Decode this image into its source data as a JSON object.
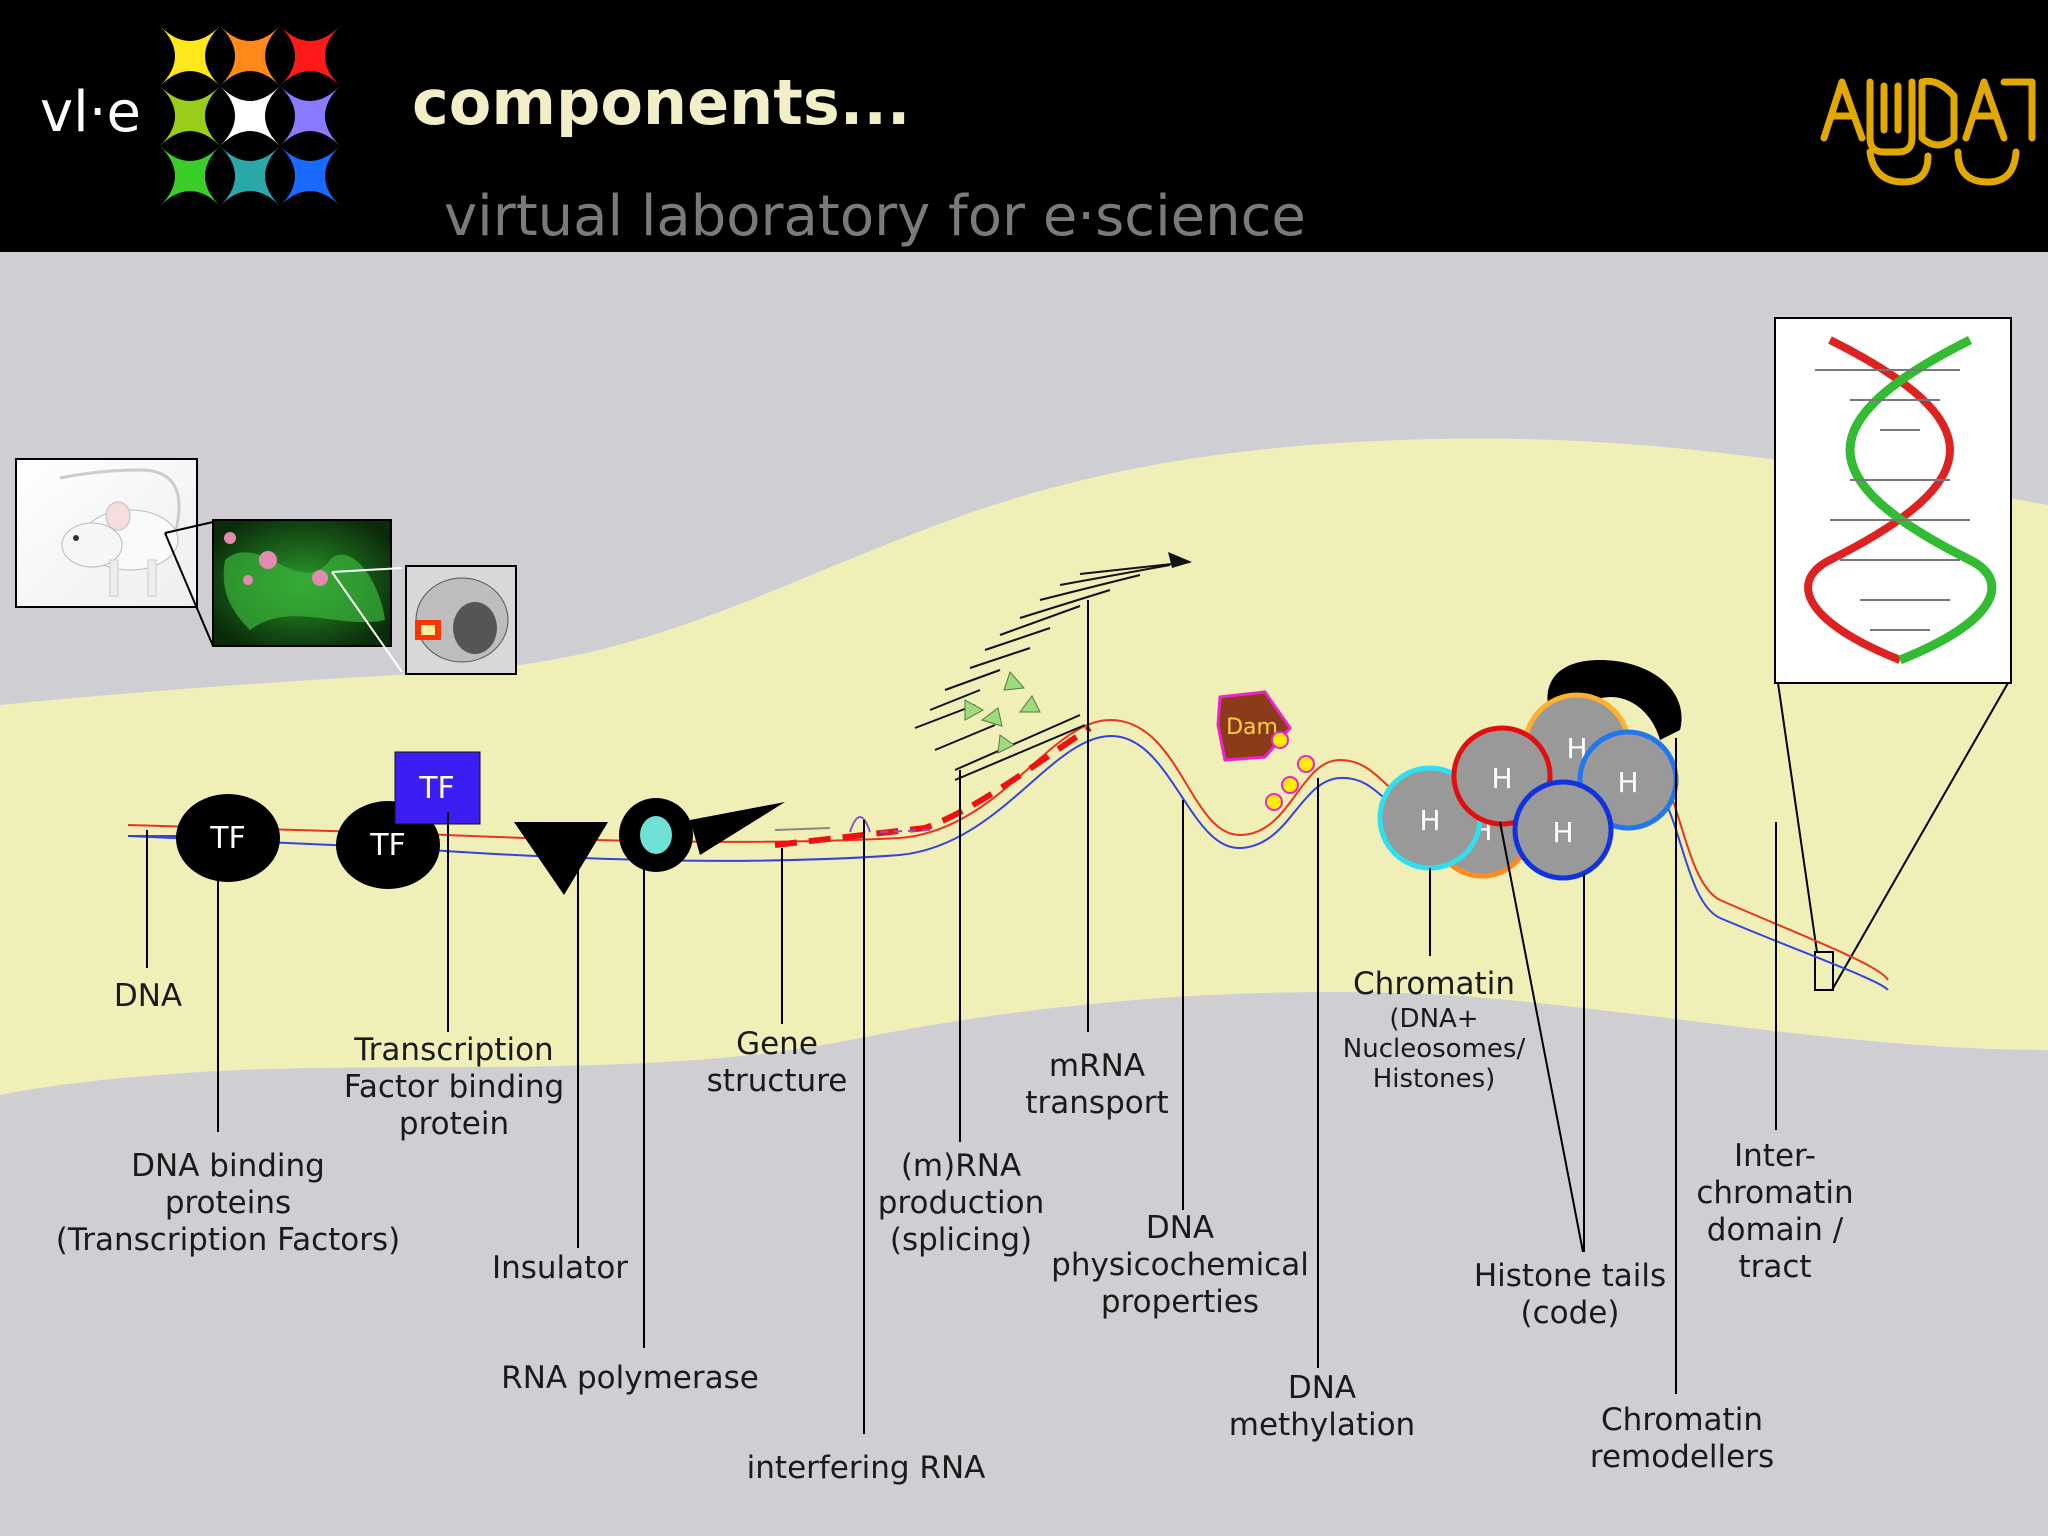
{
  "header": {
    "logo_text": "vl·e",
    "title": "components...",
    "subtitle": "virtual laboratory for e·science"
  },
  "diagram": {
    "nodes": {
      "tf1": "TF",
      "tf2": "TF",
      "tf3": "TF",
      "dam": "Dam",
      "histone": "H"
    },
    "labels": {
      "dna": "DNA",
      "dna_binding": "DNA binding\nproteins\n(Transcription Factors)",
      "tf_binding": "Transcription\nFactor binding\nprotein",
      "insulator": "Insulator",
      "rna_polymerase": "RNA polymerase",
      "gene_structure": "Gene\nstructure",
      "interfering_rna": "interfering RNA",
      "mrna_production": "(m)RNA\nproduction\n(splicing)",
      "mrna_transport": "mRNA\ntransport",
      "dna_physico": "DNA\nphysicochemical\nproperties",
      "dna_methylation": "DNA\nmethylation",
      "chromatin": "Chromatin",
      "chromatin_sub": "(DNA+\nNucleosomes/\nHistones)",
      "histone_tails": "Histone tails\n(code)",
      "chromatin_remodellers": "Chromatin\nremodellers",
      "inter_chromatin": "Inter-\nchromatin\ndomain /\ntract"
    }
  }
}
